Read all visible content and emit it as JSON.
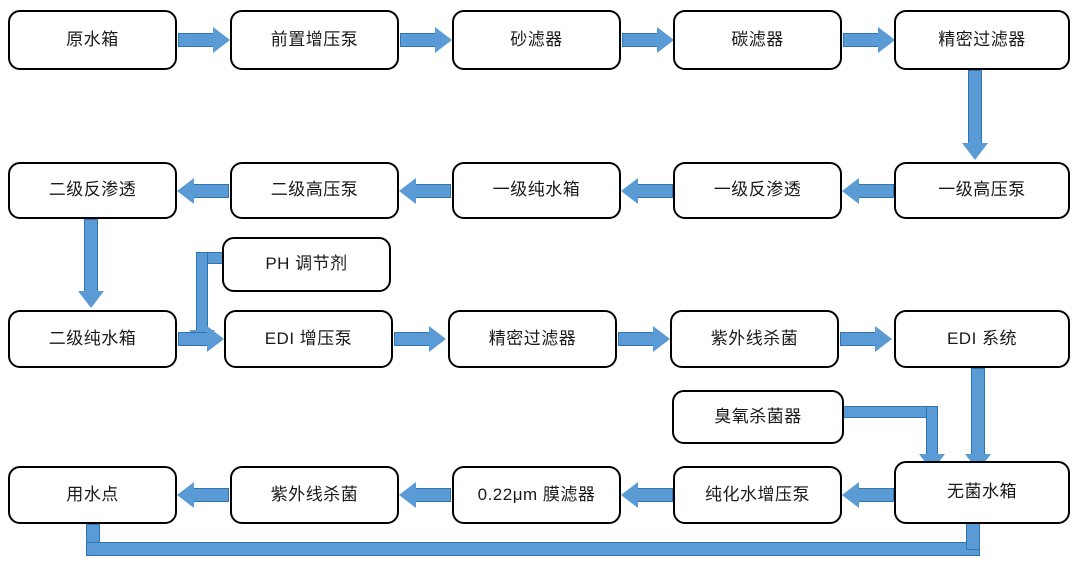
{
  "diagram": {
    "title": "",
    "type": "flowchart",
    "theme": {
      "box_border": "#000000",
      "box_fill": "#ffffff",
      "arrow_fill": "#5B9BD5",
      "arrow_stroke": "#2E75B6",
      "text_color": "#1a1a1a",
      "background": "#ffffff"
    },
    "rows": [
      {
        "row_id": "row-1",
        "direction": "left-to-right",
        "nodes": [
          {
            "id": "raw-water-tank",
            "label": "原水箱"
          },
          {
            "id": "pre-booster-pump",
            "label": "前置增压泵"
          },
          {
            "id": "sand-filter",
            "label": "砂滤器"
          },
          {
            "id": "carbon-filter",
            "label": "碳滤器"
          },
          {
            "id": "precision-filter-1",
            "label": "精密过滤器"
          }
        ]
      },
      {
        "row_id": "row-2",
        "direction": "right-to-left",
        "nodes": [
          {
            "id": "ro-stage-2",
            "label": "二级反渗透"
          },
          {
            "id": "hp-pump-stage-2",
            "label": "二级高压泵"
          },
          {
            "id": "pure-water-tank-1",
            "label": "一级纯水箱"
          },
          {
            "id": "ro-stage-1",
            "label": "一级反渗透"
          },
          {
            "id": "hp-pump-stage-1",
            "label": "一级高压泵"
          }
        ]
      },
      {
        "row_id": "row-3",
        "direction": "left-to-right",
        "nodes": [
          {
            "id": "pure-water-tank-2",
            "label": "二级纯水箱"
          },
          {
            "id": "edi-booster-pump",
            "label": "EDI 增压泵"
          },
          {
            "id": "precision-filter-2",
            "label": "精密过滤器"
          },
          {
            "id": "uv-sterilizer-1",
            "label": "紫外线杀菌"
          },
          {
            "id": "edi-system",
            "label": "EDI 系统"
          }
        ]
      },
      {
        "row_id": "row-4",
        "direction": "right-to-left",
        "nodes": [
          {
            "id": "water-use-point",
            "label": "用水点"
          },
          {
            "id": "uv-sterilizer-2",
            "label": "紫外线杀菌"
          },
          {
            "id": "membrane-filter",
            "label": "0.22μm 膜滤器"
          },
          {
            "id": "purified-water-booster-pump",
            "label": "纯化水增压泵"
          },
          {
            "id": "sterile-water-tank",
            "label": "无菌水箱"
          }
        ]
      }
    ],
    "aux_nodes": [
      {
        "id": "ph-adjuster",
        "label": "PH 调节剂"
      },
      {
        "id": "ozone-sterilizer",
        "label": "臭氧杀菌器"
      }
    ],
    "edges": [
      {
        "from": "raw-water-tank",
        "to": "pre-booster-pump",
        "kind": "arrow-right"
      },
      {
        "from": "pre-booster-pump",
        "to": "sand-filter",
        "kind": "arrow-right"
      },
      {
        "from": "sand-filter",
        "to": "carbon-filter",
        "kind": "arrow-right"
      },
      {
        "from": "carbon-filter",
        "to": "precision-filter-1",
        "kind": "arrow-right"
      },
      {
        "from": "precision-filter-1",
        "to": "hp-pump-stage-1",
        "kind": "arrow-down"
      },
      {
        "from": "hp-pump-stage-1",
        "to": "ro-stage-1",
        "kind": "arrow-left"
      },
      {
        "from": "ro-stage-1",
        "to": "pure-water-tank-1",
        "kind": "arrow-left"
      },
      {
        "from": "pure-water-tank-1",
        "to": "hp-pump-stage-2",
        "kind": "arrow-left"
      },
      {
        "from": "hp-pump-stage-2",
        "to": "ro-stage-2",
        "kind": "arrow-left"
      },
      {
        "from": "ro-stage-2",
        "to": "pure-water-tank-2",
        "kind": "arrow-down"
      },
      {
        "from": "pure-water-tank-2",
        "to": "edi-booster-pump",
        "kind": "arrow-right"
      },
      {
        "from": "ph-adjuster",
        "to": "edi-booster-pump",
        "kind": "elbow-left-down"
      },
      {
        "from": "edi-booster-pump",
        "to": "precision-filter-2",
        "kind": "arrow-right"
      },
      {
        "from": "precision-filter-2",
        "to": "uv-sterilizer-1",
        "kind": "arrow-right"
      },
      {
        "from": "uv-sterilizer-1",
        "to": "edi-system",
        "kind": "arrow-right"
      },
      {
        "from": "edi-system",
        "to": "sterile-water-tank",
        "kind": "arrow-down"
      },
      {
        "from": "ozone-sterilizer",
        "to": "sterile-water-tank",
        "kind": "elbow-right-down"
      },
      {
        "from": "sterile-water-tank",
        "to": "purified-water-booster-pump",
        "kind": "arrow-left"
      },
      {
        "from": "purified-water-booster-pump",
        "to": "membrane-filter",
        "kind": "arrow-left"
      },
      {
        "from": "membrane-filter",
        "to": "uv-sterilizer-2",
        "kind": "arrow-left"
      },
      {
        "from": "uv-sterilizer-2",
        "to": "water-use-point",
        "kind": "arrow-left"
      },
      {
        "from": "water-use-point",
        "to": "sterile-water-tank",
        "kind": "return-loop-up"
      }
    ]
  }
}
